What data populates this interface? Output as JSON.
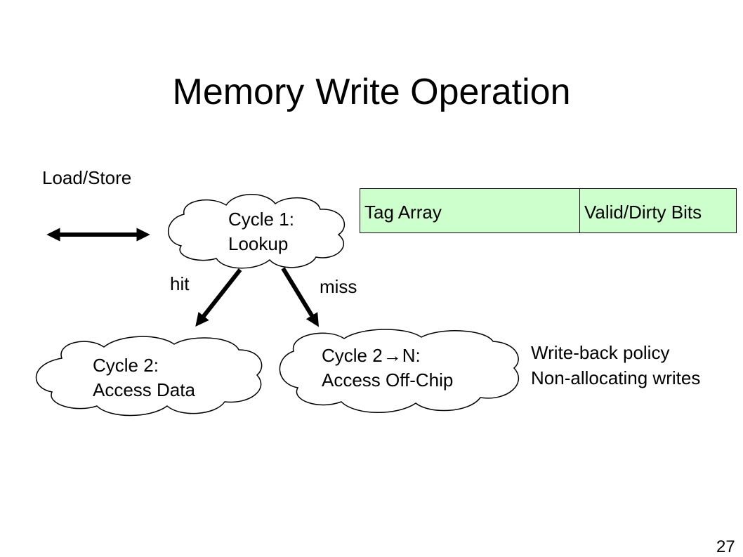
{
  "title": {
    "word1": "Memory",
    "word2": "Write Operation"
  },
  "load_store_label": "Load/Store",
  "cache_table": {
    "tag_array": "Tag Array",
    "valid_dirty_bits": "Valid/Dirty Bits"
  },
  "cycle1": {
    "line1": "Cycle 1:",
    "line2": "Lookup"
  },
  "hit_label": "hit",
  "miss_label": "miss",
  "cycle2": {
    "line1": "Cycle 2:",
    "line2": "Access Data"
  },
  "cycle2n": {
    "line1_prefix": "Cycle 2",
    "arrow": "→",
    "line1_suffix": "N:",
    "line2": "Access Off-Chip"
  },
  "policy": {
    "line1": "Write-back policy",
    "line2": "Non-allocating writes"
  },
  "page_number": "27",
  "colors": {
    "table_fill": "#ccffcc",
    "ink": "#000000"
  }
}
